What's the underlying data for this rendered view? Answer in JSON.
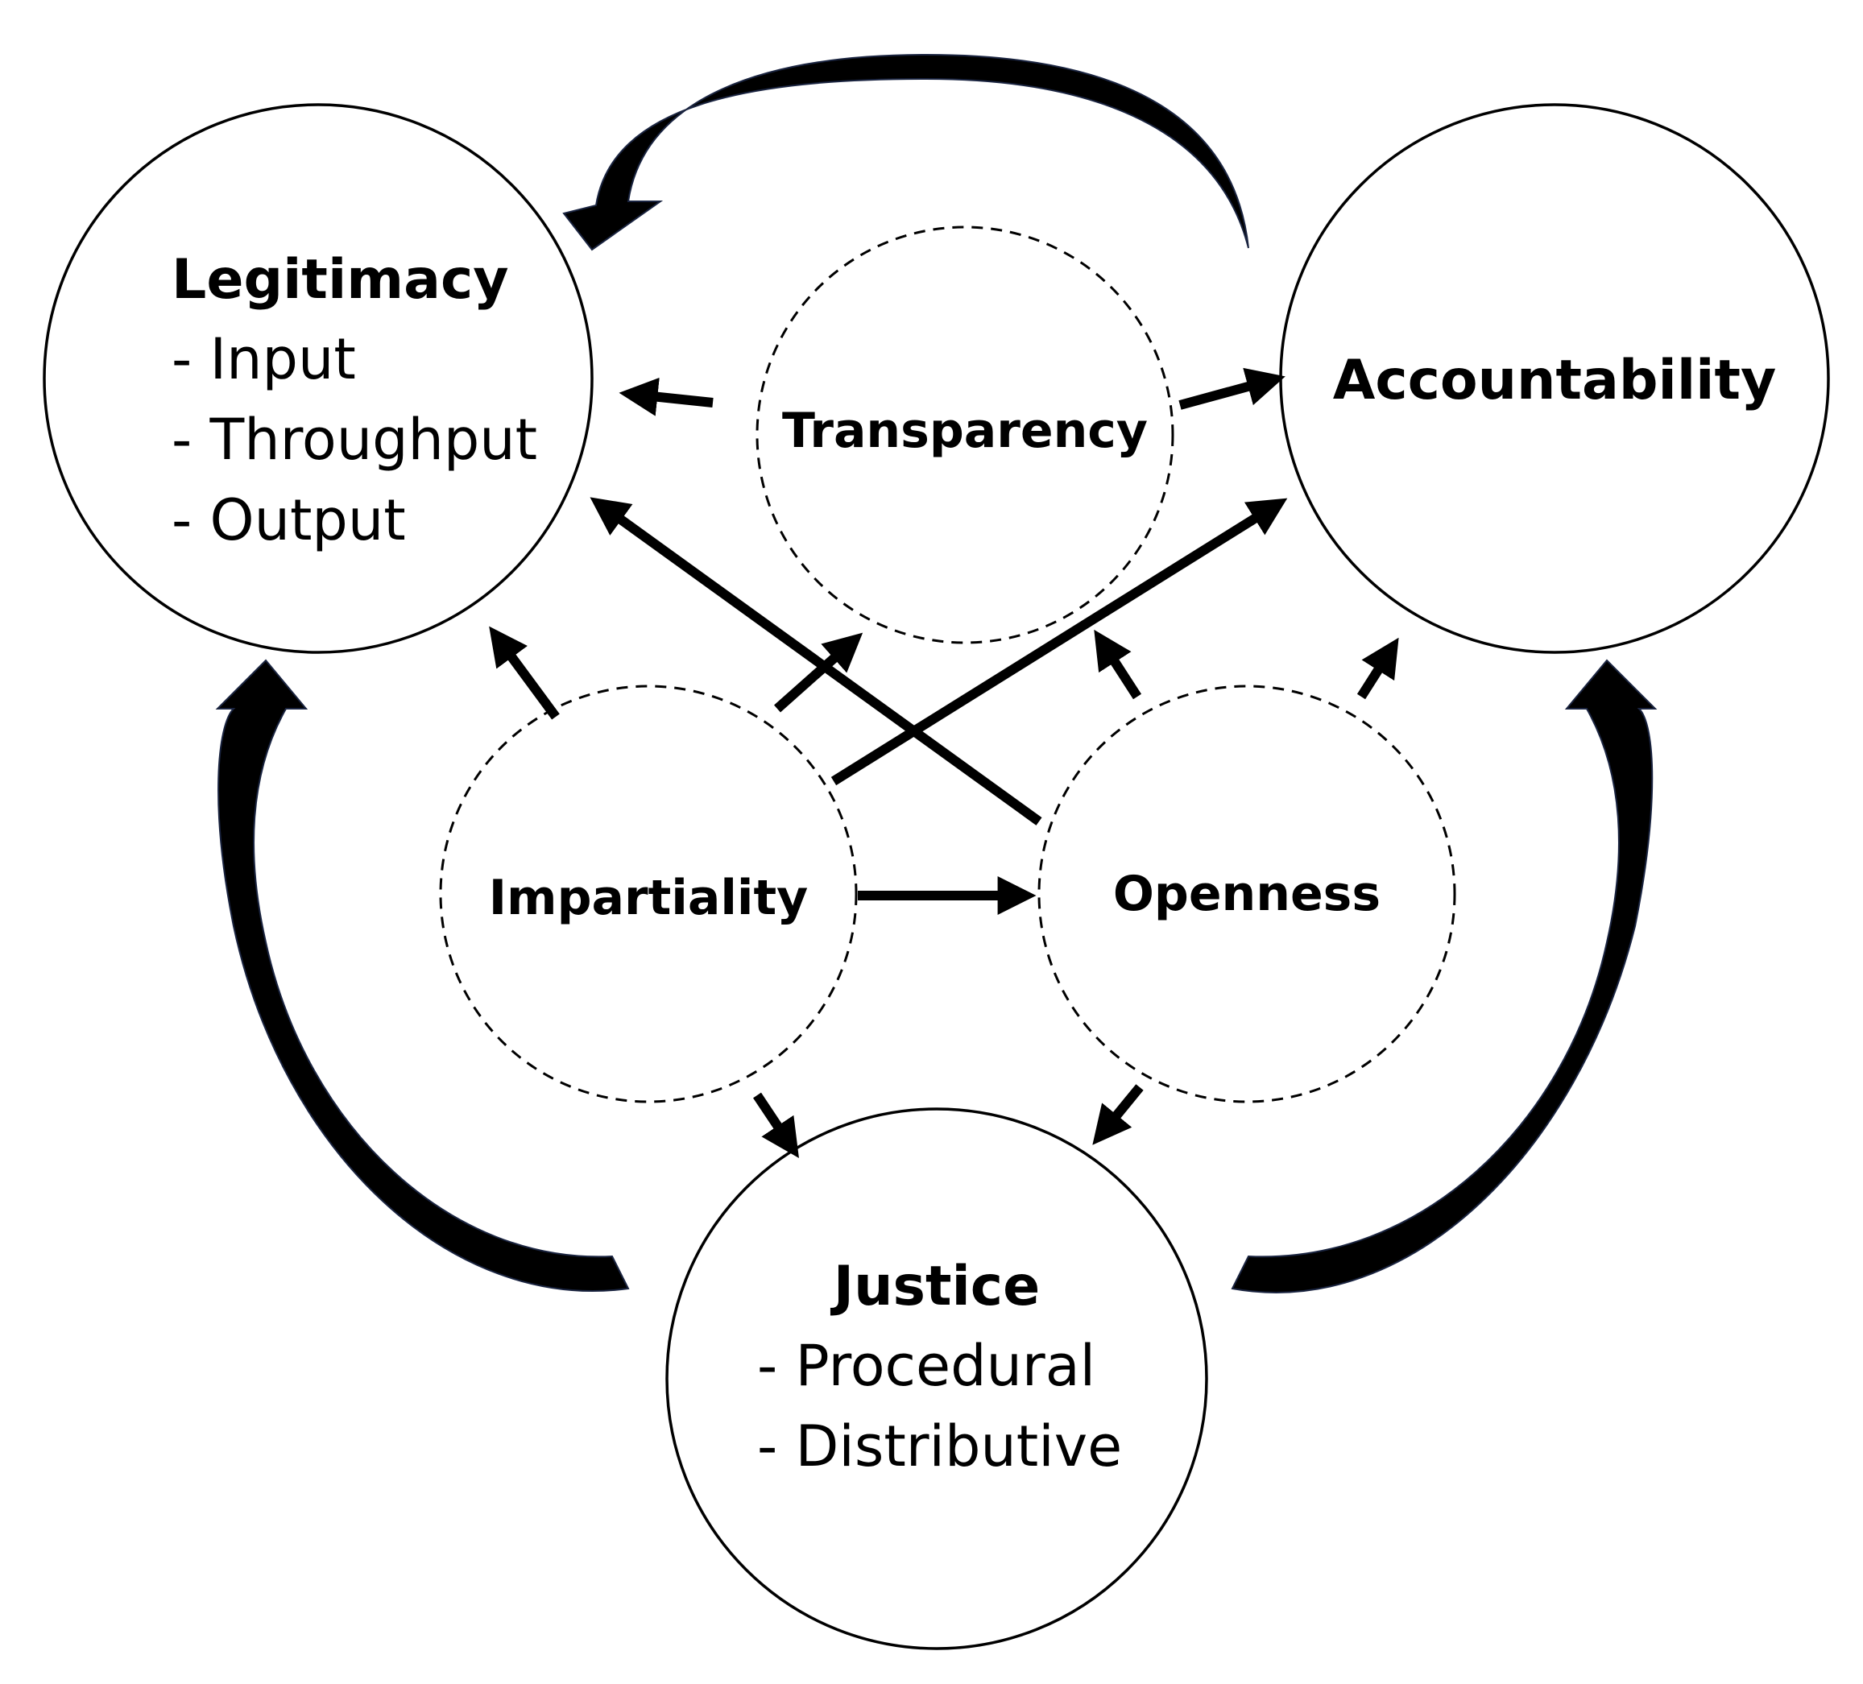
{
  "nodes": {
    "legitimacy": {
      "title": "Legitimacy",
      "items": [
        "- Input",
        "- Throughput",
        "- Output"
      ]
    },
    "accountability": {
      "title": "Accountability"
    },
    "justice": {
      "title": "Justice",
      "items": [
        "- Procedural",
        "- Distributive"
      ]
    },
    "transparency": {
      "title": "Transparency"
    },
    "impartiality": {
      "title": "Impartiality"
    },
    "openness": {
      "title": "Openness"
    }
  },
  "relations": [
    {
      "from": "transparency",
      "to": "legitimacy"
    },
    {
      "from": "transparency",
      "to": "accountability"
    },
    {
      "from": "impartiality",
      "to": "legitimacy"
    },
    {
      "from": "impartiality",
      "to": "transparency"
    },
    {
      "from": "impartiality",
      "to": "accountability"
    },
    {
      "from": "impartiality",
      "to": "openness"
    },
    {
      "from": "impartiality",
      "to": "justice"
    },
    {
      "from": "openness",
      "to": "legitimacy"
    },
    {
      "from": "openness",
      "to": "transparency"
    },
    {
      "from": "openness",
      "to": "accountability"
    },
    {
      "from": "openness",
      "to": "justice"
    },
    {
      "from": "accountability",
      "to": "legitimacy",
      "style": "bold-curve"
    },
    {
      "from": "justice",
      "to": "legitimacy",
      "style": "bold-curve"
    },
    {
      "from": "justice",
      "to": "accountability",
      "style": "bold-curve"
    }
  ]
}
